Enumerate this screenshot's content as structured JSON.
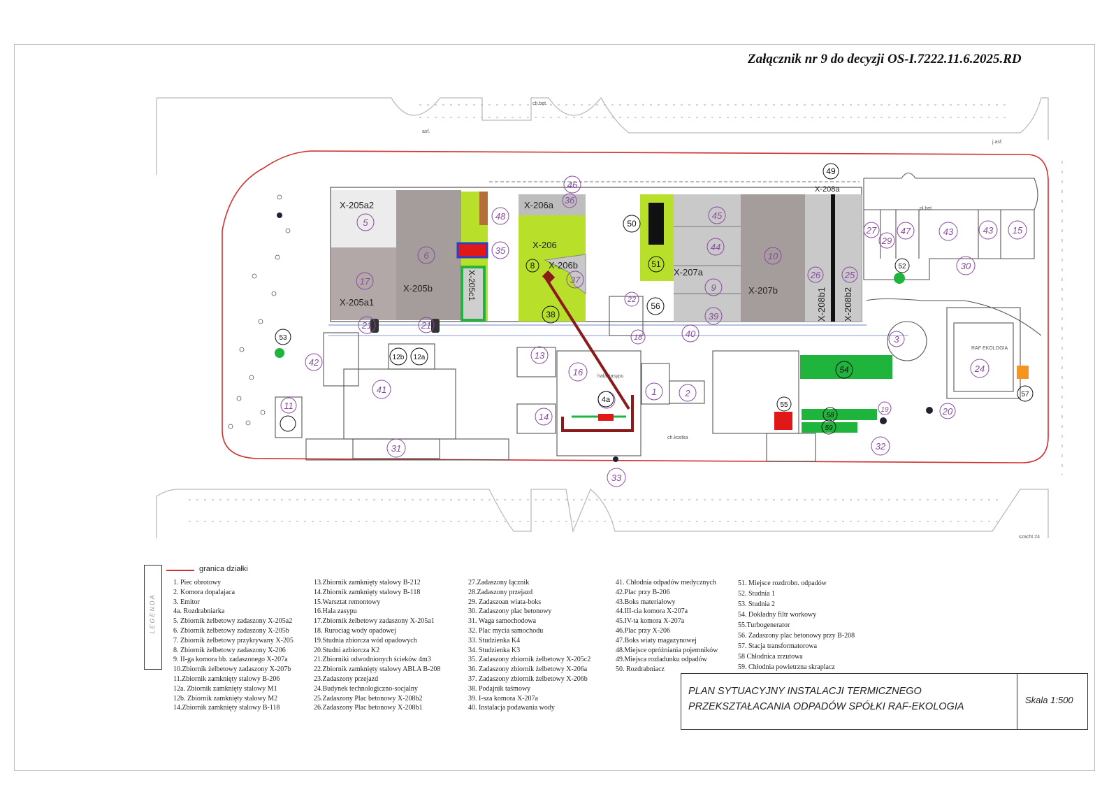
{
  "header": {
    "title": "Załącznik nr 9 do decyzji  OS-I.7222.11.6.2025.RD"
  },
  "colors": {
    "boundary": "#d03030",
    "gray_dark": "#a59c9c",
    "gray_light": "#c9c9c9",
    "gray_mid": "#b5adad",
    "lime": "#b8e02a",
    "green": "#1fb43c",
    "dark_red": "#8b1a1a",
    "red": "#e01818",
    "orange": "#f7941d",
    "purple_label": "#8a4aa0",
    "black": "#111111"
  },
  "buildings": {
    "x205a2": "X-205a2",
    "x205a1": "X-205a1",
    "x205b": "X-205b",
    "x205c1": "X-205c1",
    "x206a": "X-206a",
    "x206": "X-206",
    "x206b": "X-206b",
    "x207a": "X-207a",
    "x207b": "X-207b",
    "x208a": "X-208a",
    "x208b1": "X-208b1",
    "x208b2": "X-208b2",
    "raf": "RAF\nEKOLOGIA"
  },
  "map_text": {
    "hala_zasypu": "hala zasypu",
    "asf": "asf.",
    "ch_bet": "ch.bet.",
    "j_asf": "j.asf.",
    "pl_bet": "pl.bet.",
    "ch_kostka": "ch.kostka",
    "szacht": "szacht 24"
  },
  "numbers": {
    "n1": "1",
    "n2": "2",
    "n3": "3",
    "n4a": "4a",
    "n5": "5",
    "n6": "6",
    "n8": "8",
    "n9": "9",
    "n10": "10",
    "n11": "11",
    "n12a": "12a",
    "n12b": "12b",
    "n13": "13",
    "n14": "14",
    "n15": "15",
    "n16": "16",
    "n17": "17",
    "n18": "18",
    "n19": "19",
    "n20": "20",
    "n21a": "21",
    "n21b": "21",
    "n22": "22",
    "n24": "24",
    "n25": "25",
    "n26": "26",
    "n27": "27",
    "n29": "29",
    "n30": "30",
    "n31": "31",
    "n32": "32",
    "n33": "33",
    "n35": "35",
    "n36": "36",
    "n37": "37",
    "n38": "38",
    "n39": "39",
    "n40": "40",
    "n41": "41",
    "n42": "42",
    "n43a": "43",
    "n43b": "43",
    "n44": "44",
    "n45": "45",
    "n46": "46",
    "n47": "47",
    "n48": "48",
    "n49": "49",
    "n50": "50",
    "n51": "51",
    "n52": "52",
    "n53": "53",
    "n54": "54",
    "n55": "55",
    "n56": "56",
    "n57": "57",
    "n58": "58",
    "n59": "59"
  },
  "legend": {
    "vertical_label": "LEGENDA",
    "boundary_label": "granica działki",
    "col1": [
      "1. Piec obrotowy",
      "2. Komora dopalajaca",
      "3. Emitor",
      "4a. Rozdrabniarka",
      "5. Zbiornik żelbetowy zadaszony X-205a2",
      "6. Zbiornik żelbetowy zadaszony X-205b",
      "7. Zbiornik żelbetowy przykrywany X-205",
      "8. Zbiornik żelbetowy zadaszony X-206",
      "9.   II-ga komora bb. zadaszonego X-207a",
      "10.Zbiornik żelbetowy zadaszony X-207b",
      "11.Zbiornik zamknięty stalowy B-206",
      "12a. Zbiornik zamknięty stalowy M1",
      "12b. Zbiornik zamknięty stalowy M2",
      "14.Zbiornik zamknięty stalowy  B-118"
    ],
    "col2": [
      "13.Zbiornik zamknięty stalowy  B-212",
      "14.Zbiornik zamknięty stalowy  B-118",
      "15.Warsztat remontowy",
      "16.Hala zasypu",
      "17.Zbiornik żelbetowy zadaszony X-205a1",
      "18. Rurociag wody opadowej",
      "19.Studnia zbiorcza wód opadowych",
      "20.Studni azbiorcza K2",
      "21.Zbiorniki odwodnionych ścieków 4m3",
      "22.Zbiornik zamknięty stalowy ABLA B-208",
      "23.Zadaszony przejazd",
      "24.Budynek technologiczno-socjalny",
      "25.Zadaszony Plac betonowy X-208b2",
      "26.Zadaszony Plac betonowy X-208b1"
    ],
    "col3": [
      "27.Zadaszony łącznik",
      "28.Zadaszony przejazd",
      "29. Zadaszoan wiata-boks",
      "30. Zadaszony plac betonowy",
      "31. Waga samochodowa",
      "32. Plac mycia samochodu",
      "33. Studzienka K4",
      "34. Studzienka K3",
      "35. Zadaszony zbiornik żelbetowy X-205c2",
      "36. Zadaszony zbiornik żelbetowy X-206a",
      "37. Zadaszony zbiornik żelbetowy  X-206b",
      "38. Podajnik taśmowy",
      "39. I-sza komora X-207a",
      "40. Instalacja podawania wody"
    ],
    "col4": [
      "41. Chłodnia odpadów medycznych",
      "42.Plac przy B-206",
      "43.Boks materiałowy",
      "44.III-cia komora X-207a",
      "45.IV-ta komora X-207a",
      "46.Plac przy X-206",
      "47.Boks wiaty magazynowej",
      "48.Miejsce opróżniania pojemników",
      "49.Miejsca rozładunku odpadów",
      "50. Rozdrabniacz"
    ],
    "col5": [
      "51. Miejsce rozdrobn. odpadów",
      "52. Studnia 1",
      "53. Studnia  2",
      "54. Dokładny filtr workowy",
      "55.Turbogenerator",
      "56. Zadaszony plac betonowy przy  B-208",
      "57. Stacja transformatorowa",
      "58  Chłodnica zrzutowa",
      "59. Chłodnia powietrzna  skraplacz"
    ]
  },
  "title_block": {
    "line1": "PLAN SYTUACYJNY INSTALACJI TERMICZNEGO",
    "line2": "PRZEKSZTAŁACANIA ODPADÓW SPÓŁKI RAF-EKOLOGIA",
    "scale": "Skala 1:500"
  }
}
